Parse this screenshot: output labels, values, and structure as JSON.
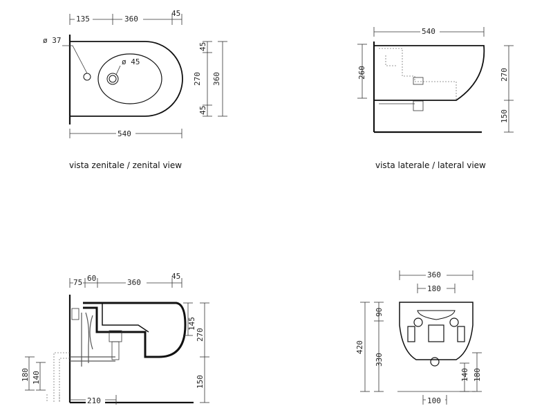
{
  "views": {
    "top": {
      "caption": "vista zenitale / zenital view",
      "dims": {
        "a": "135",
        "b": "360",
        "c": "45",
        "total": "540",
        "d1": "45",
        "d2": "270",
        "d3": "45",
        "h": "360",
        "hole": "ø 37",
        "bowl": "ø 45"
      }
    },
    "side": {
      "caption": "vista laterale / lateral view",
      "dims": {
        "w": "540",
        "left_h": "260",
        "right_h": "270",
        "floor": "150"
      }
    },
    "section": {
      "dims": {
        "a": "75",
        "b": "60",
        "c": "360",
        "d": "45",
        "r1": "145",
        "r2": "270",
        "r3": "150",
        "l1": "180",
        "l2": "140",
        "bottom": "210"
      }
    },
    "rear": {
      "dims": {
        "top": "360",
        "inner": "180",
        "h_total": "420",
        "h_mid": "330",
        "h_top": "90",
        "r1": "140",
        "r2": "180",
        "bottom": "100"
      }
    }
  },
  "colors": {
    "line": "#111111",
    "dim": "#333333",
    "bg": "#ffffff"
  }
}
